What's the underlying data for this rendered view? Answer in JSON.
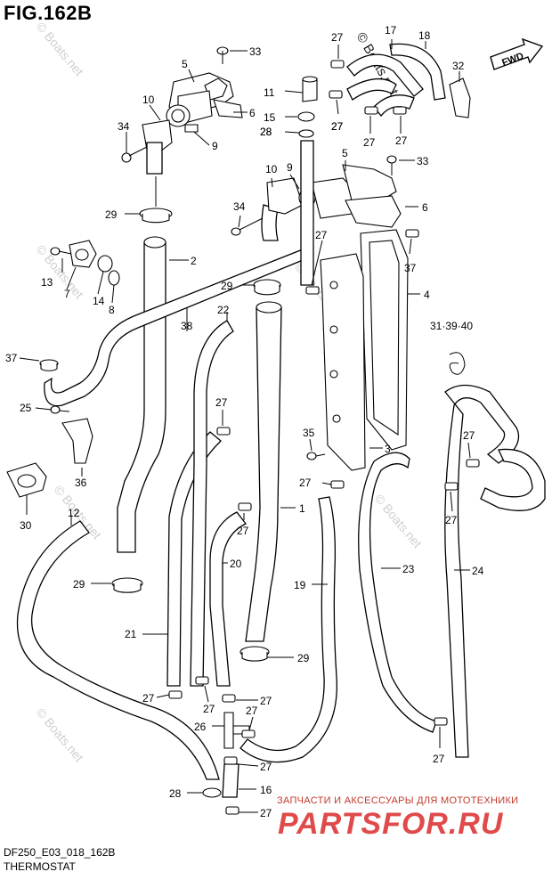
{
  "figure": {
    "title": "FIG.162B",
    "code": "DF250_E03_018_162B",
    "name": "THERMOSTAT",
    "fwd_label": "FWD"
  },
  "watermark": {
    "text": "© Boats.net"
  },
  "branding": {
    "tagline": "ЗАПЧАСТИ И АКСЕССУАРЫ ДЛЯ МОТОТЕХНИКИ",
    "logo": "PARTSFOR.RU"
  },
  "callouts": [
    {
      "id": "c33a",
      "text": "33"
    },
    {
      "id": "c5a",
      "text": "5"
    },
    {
      "id": "c10a",
      "text": "10"
    },
    {
      "id": "c6a",
      "text": "6"
    },
    {
      "id": "c34a",
      "text": "34"
    },
    {
      "id": "c9a",
      "text": "9"
    },
    {
      "id": "c29a",
      "text": "29"
    },
    {
      "id": "c13",
      "text": "13"
    },
    {
      "id": "c7",
      "text": "7"
    },
    {
      "id": "c14",
      "text": "14"
    },
    {
      "id": "c8",
      "text": "8"
    },
    {
      "id": "c2",
      "text": "2"
    },
    {
      "id": "c38",
      "text": "38"
    },
    {
      "id": "c37a",
      "text": "37"
    },
    {
      "id": "c25",
      "text": "25"
    },
    {
      "id": "c36",
      "text": "36"
    },
    {
      "id": "c30",
      "text": "30"
    },
    {
      "id": "c12",
      "text": "12"
    },
    {
      "id": "c29b",
      "text": "29"
    },
    {
      "id": "c21",
      "text": "21"
    },
    {
      "id": "c27a",
      "text": "27"
    },
    {
      "id": "c28a",
      "text": "28"
    },
    {
      "id": "c27b",
      "text": "27"
    },
    {
      "id": "c17",
      "text": "17"
    },
    {
      "id": "c18",
      "text": "18"
    },
    {
      "id": "c32",
      "text": "32"
    },
    {
      "id": "c11",
      "text": "11"
    },
    {
      "id": "c15",
      "text": "15"
    },
    {
      "id": "c28b",
      "text": "28"
    },
    {
      "id": "c27c",
      "text": "27"
    },
    {
      "id": "c27d",
      "text": "27"
    },
    {
      "id": "c27e",
      "text": "27"
    },
    {
      "id": "c5b",
      "text": "5"
    },
    {
      "id": "c33b",
      "text": "33"
    },
    {
      "id": "c10b",
      "text": "10"
    },
    {
      "id": "c9b",
      "text": "9"
    },
    {
      "id": "c6b",
      "text": "6"
    },
    {
      "id": "c34b",
      "text": "34"
    },
    {
      "id": "c27f",
      "text": "27"
    },
    {
      "id": "c37b",
      "text": "37"
    },
    {
      "id": "c29c",
      "text": "29"
    },
    {
      "id": "c4",
      "text": "4"
    },
    {
      "id": "c22",
      "text": "22"
    },
    {
      "id": "c31",
      "text": "31·39·40"
    },
    {
      "id": "c27g",
      "text": "27"
    },
    {
      "id": "c35",
      "text": "35"
    },
    {
      "id": "c3",
      "text": "3"
    },
    {
      "id": "c27h",
      "text": "27"
    },
    {
      "id": "c27i",
      "text": "27"
    },
    {
      "id": "c27j",
      "text": "27"
    },
    {
      "id": "c1",
      "text": "1"
    },
    {
      "id": "c27k",
      "text": "27"
    },
    {
      "id": "c20",
      "text": "20"
    },
    {
      "id": "c19",
      "text": "19"
    },
    {
      "id": "c23",
      "text": "23"
    },
    {
      "id": "c24",
      "text": "24"
    },
    {
      "id": "c29d",
      "text": "29"
    },
    {
      "id": "c27l",
      "text": "27"
    },
    {
      "id": "c27m",
      "text": "27"
    },
    {
      "id": "c27n",
      "text": "27"
    },
    {
      "id": "c26",
      "text": "26"
    },
    {
      "id": "c27o",
      "text": "27"
    },
    {
      "id": "c27p",
      "text": "27"
    },
    {
      "id": "c27q",
      "text": "27"
    },
    {
      "id": "c16",
      "text": "16"
    },
    {
      "id": "c28c",
      "text": "28"
    },
    {
      "id": "c27r",
      "text": "27"
    }
  ]
}
